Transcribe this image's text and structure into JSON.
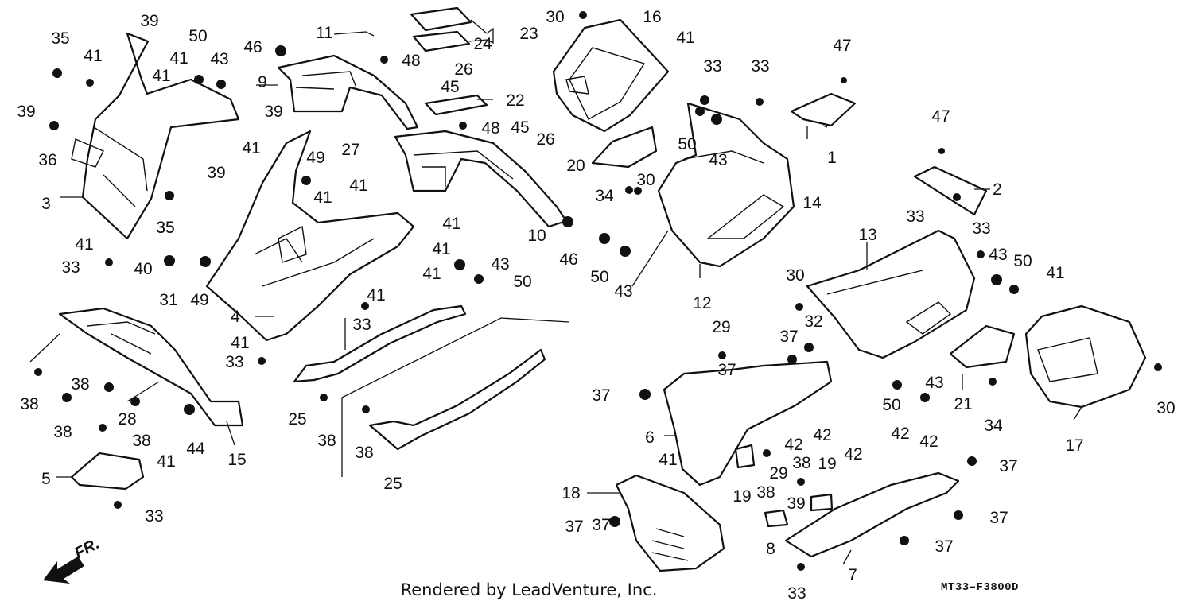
{
  "diagram": {
    "footer_text": "Rendered by LeadVenture, Inc.",
    "diagram_code": "MT33–F3800D",
    "direction_label": "FR."
  },
  "callouts": [
    "39",
    "35",
    "41",
    "50",
    "41",
    "43",
    "41",
    "39",
    "36",
    "3",
    "35",
    "41",
    "40",
    "33",
    "46",
    "11",
    "23",
    "24",
    "48",
    "26",
    "45",
    "9",
    "22",
    "48",
    "27",
    "39",
    "41",
    "49",
    "39",
    "41",
    "41",
    "35",
    "31",
    "49",
    "45",
    "26",
    "10",
    "46",
    "41",
    "43",
    "41",
    "50",
    "41",
    "33",
    "4",
    "41",
    "33",
    "41",
    "30",
    "16",
    "20",
    "34",
    "30",
    "41",
    "33",
    "33",
    "50",
    "43",
    "12",
    "50",
    "43",
    "47",
    "1",
    "14",
    "47",
    "2",
    "13",
    "33",
    "33",
    "43",
    "50",
    "41",
    "30",
    "15",
    "38",
    "38",
    "38",
    "28",
    "38",
    "44",
    "41",
    "5",
    "33",
    "25",
    "38",
    "38",
    "25",
    "29",
    "37",
    "37",
    "37",
    "32",
    "6",
    "37",
    "42",
    "42",
    "29",
    "38",
    "38",
    "19",
    "19",
    "42",
    "42",
    "42",
    "41",
    "18",
    "37",
    "8",
    "39",
    "33",
    "7",
    "37",
    "37",
    "37",
    "43",
    "50",
    "21",
    "34",
    "17",
    "30"
  ]
}
